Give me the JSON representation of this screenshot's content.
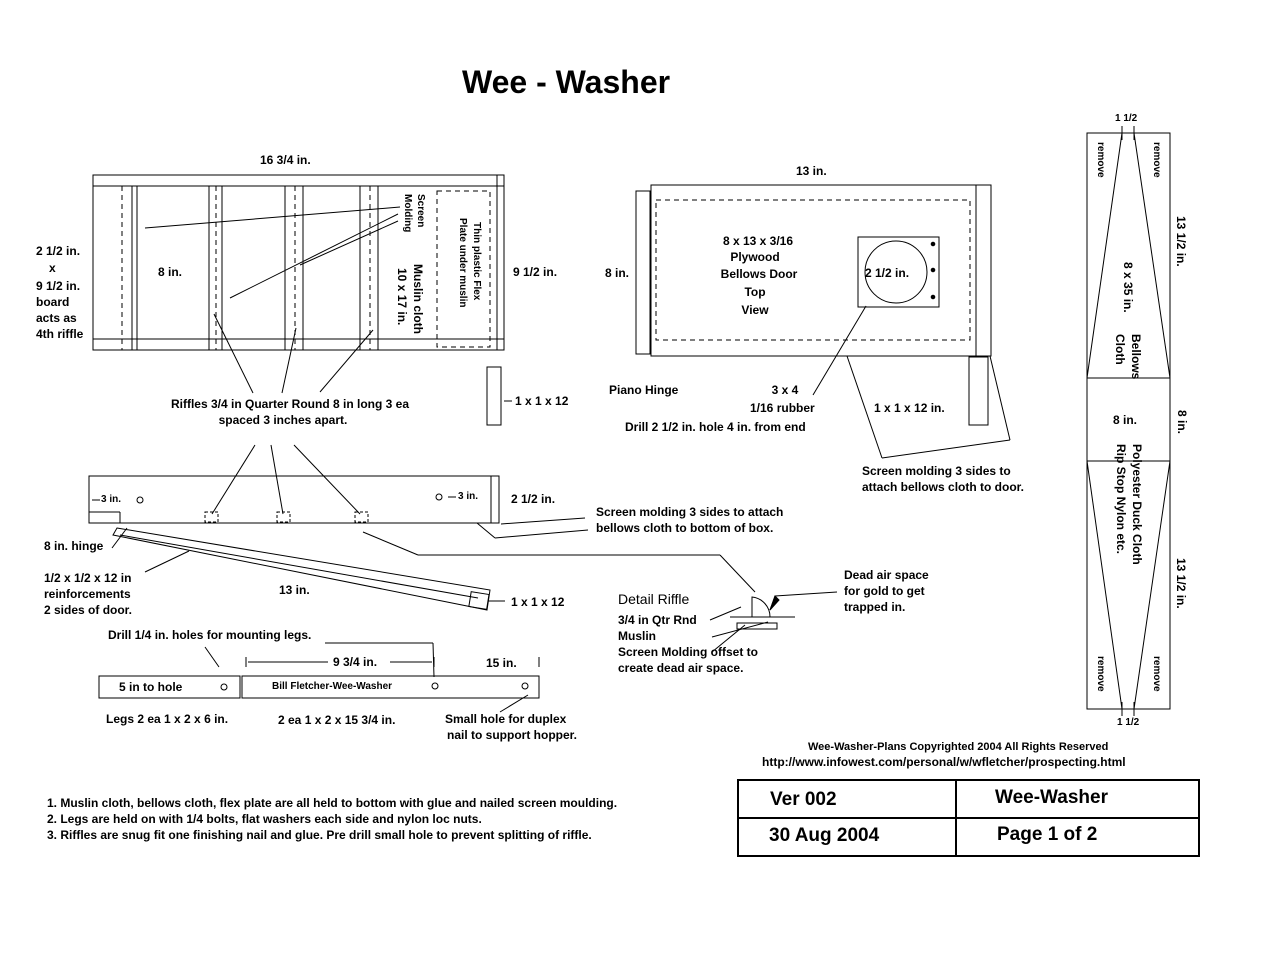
{
  "title": "Wee - Washer",
  "box_top": {
    "width": "16 3/4 in.",
    "inner_height": "8 in.",
    "height": "9 1/2 in.",
    "board_note": [
      "2 1/2 in.",
      "x",
      "9 1/2 in.",
      "board",
      "acts as",
      "4th riffle"
    ],
    "screen_molding": [
      "Screen",
      "Molding"
    ],
    "muslin": [
      "Muslin cloth",
      "10 x 17 in."
    ],
    "flex_plate": [
      "Thin plastic Flex",
      "Plate under muslin"
    ],
    "leg": "1 x 1 x 12",
    "riffles": [
      "Riffles 3/4 in Quarter Round 8 in long 3 ea",
      "spaced 3 inches apart."
    ]
  },
  "door": {
    "width": "13 in.",
    "height": "8 in.",
    "label": [
      "8 x 13 x 3/16",
      "Plywood",
      "Bellows Door",
      "Top",
      "View"
    ],
    "hole": "2 1/2 in.",
    "piano_hinge": "Piano Hinge",
    "rubber": [
      "3 x 4",
      "1/16 rubber"
    ],
    "drill": "Drill 2 1/2 in. hole 4 in. from end",
    "leg": "1 x 1 x 12 in.",
    "screen_note": [
      "Screen molding 3 sides to",
      "attach bellows cloth to door."
    ]
  },
  "side_view": {
    "left_mark": "3 in.",
    "right_mark": "3 in.",
    "height": "2 1/2 in.",
    "screen_note": [
      "Screen molding 3 sides to attach",
      "bellows cloth to bottom of box."
    ],
    "hinge": "8 in. hinge",
    "reinforce": [
      "1/2 x 1/2 x 12 in",
      "reinforcements",
      "2 sides of door."
    ],
    "door_len": "13 in.",
    "leg": "1 x 1 x 12"
  },
  "detail": {
    "title": "Detail Riffle",
    "labels": [
      "3/4 in Qtr Rnd",
      "Muslin",
      "Screen Molding offset to",
      "create dead air space."
    ],
    "dead_air": [
      "Dead air space",
      "for gold to get",
      "trapped in."
    ]
  },
  "legs": {
    "drill": "Drill 1/4 in. holes for mounting legs.",
    "dim_a": "9 3/4 in.",
    "dim_b": "15 in.",
    "short_leg": "5 in to hole",
    "long_leg": "Bill Fletcher-Wee-Washer",
    "short_caption": "Legs 2 ea 1 x 2 x 6 in.",
    "long_caption": "2 ea 1 x 2 x 15 3/4 in.",
    "hole_note": [
      "Small hole for duplex",
      "nail to support hopper."
    ]
  },
  "bellows": {
    "top": "1 1/2",
    "bottom": "1 1/2",
    "remove": "remove",
    "len_top": "13 1/2 in.",
    "len_bottom": "13 1/2 in.",
    "size": "8 x 35 in.",
    "cloth": [
      "Bellows",
      "Cloth"
    ],
    "mid_left": "8 in.",
    "mid_right": "8 in.",
    "material": [
      "Polyester Duck Cloth",
      "Rip Stop Nylon etc."
    ]
  },
  "notes": [
    "1. Muslin cloth, bellows cloth, flex plate are all held to bottom with glue and nailed screen moulding.",
    "2. Legs are held on with 1/4 bolts, flat washers each side and nylon loc nuts.",
    "3. Riffles are snug fit one finishing nail and glue. Pre drill small hole to prevent splitting of riffle."
  ],
  "copyright": "Wee-Washer-Plans Copyrighted 2004 All Rights Reserved",
  "url": "http://www.infowest.com/personal/w/wfletcher/prospecting.html",
  "title_block": {
    "version": "Ver  002",
    "name": "Wee-Washer",
    "date": "30 Aug 2004",
    "page": "Page  1 of  2"
  }
}
